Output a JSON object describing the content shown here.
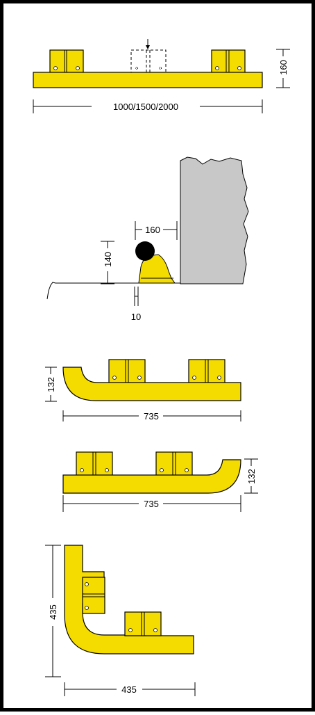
{
  "colors": {
    "rail": "#f5dc00",
    "wall": "#c8c8c8",
    "bumper": "#000000",
    "frame": "#000000"
  },
  "diagram_1": {
    "length_label": "1000/1500/2000",
    "height_label": "160"
  },
  "diagram_2": {
    "offset_label": "160",
    "height_label": "140",
    "gap_label": "10"
  },
  "diagram_3": {
    "length_label": "735",
    "height_label": "132"
  },
  "diagram_4": {
    "length_label": "735",
    "height_label": "132"
  },
  "diagram_5": {
    "width_label": "435",
    "height_label": "435"
  }
}
